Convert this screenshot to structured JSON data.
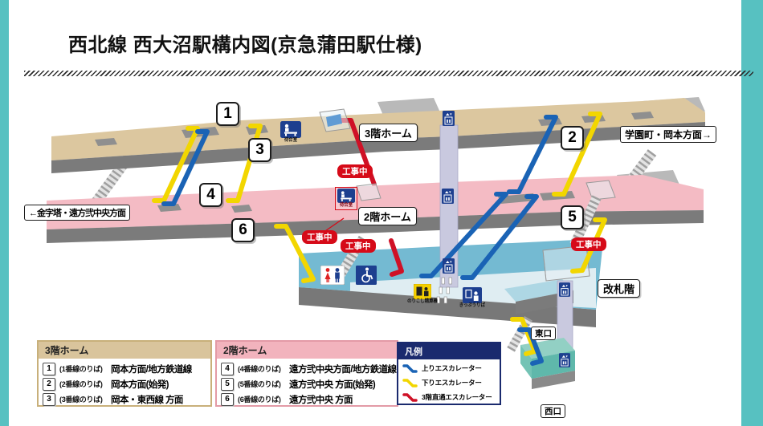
{
  "title": "西北線 西大沼駅構内図(京急蒲田駅仕様)",
  "map": {
    "floor_labels": {
      "floor3": "3階ホーム",
      "floor2": "2階ホーム",
      "gate_floor": "改札階"
    },
    "direction_labels": {
      "east": "学園町・岡本方面→",
      "west": "←金字塔・遠方弐中央方面"
    },
    "platform_numbers": {
      "p1": "1",
      "p2": "2",
      "p3": "3",
      "p4": "4",
      "p5": "5",
      "p6": "6"
    },
    "construction_label": "工事中",
    "exit_labels": {
      "east": "東口",
      "west": "西口"
    },
    "facility_labels": {
      "waiting_room": "待合室",
      "fare_adjustment_machine": "のりこし精算機",
      "ticket_office": "きっぷうりば"
    }
  },
  "info_boxes": {
    "floor3": {
      "header": "3階ホーム",
      "rows": [
        {
          "badge": "1",
          "track": "(1番線のりば)",
          "destination": "岡本方面/地方鉄道線"
        },
        {
          "badge": "2",
          "track": "(2番線のりば)",
          "destination": "岡本方面(始発)"
        },
        {
          "badge": "3",
          "track": "(3番線のりば)",
          "destination": "岡本・東西線 方面"
        }
      ]
    },
    "floor2": {
      "header": "2階ホーム",
      "rows": [
        {
          "badge": "4",
          "track": "(4番線のりば)",
          "destination": "遠方弐中央方面/地方鉄道線"
        },
        {
          "badge": "5",
          "track": "(5番線のりば)",
          "destination": "遠方弐中央 方面(始発)"
        },
        {
          "badge": "6",
          "track": "(6番線のりば)",
          "destination": "遠方弐中央 方面"
        }
      ]
    },
    "legend": {
      "header": "凡例",
      "items": [
        {
          "label": "上りエスカレーター"
        },
        {
          "label": "下りエスカレーター"
        },
        {
          "label": "3階直通エスカレーター"
        }
      ]
    }
  },
  "colors": {
    "platform3_floor": "#dcc79f",
    "platform2_floor": "#f4bbc4",
    "concourse_floor": "#74bad2",
    "street_level": "#92d0c4",
    "escalator_up": "#1a63b5",
    "escalator_down": "#f2d600",
    "escalator_direct_3f": "#cf1126",
    "construction_badge": "#d60a18",
    "legend_header": "#1a2a6e",
    "side_border": "#57c1c1"
  }
}
